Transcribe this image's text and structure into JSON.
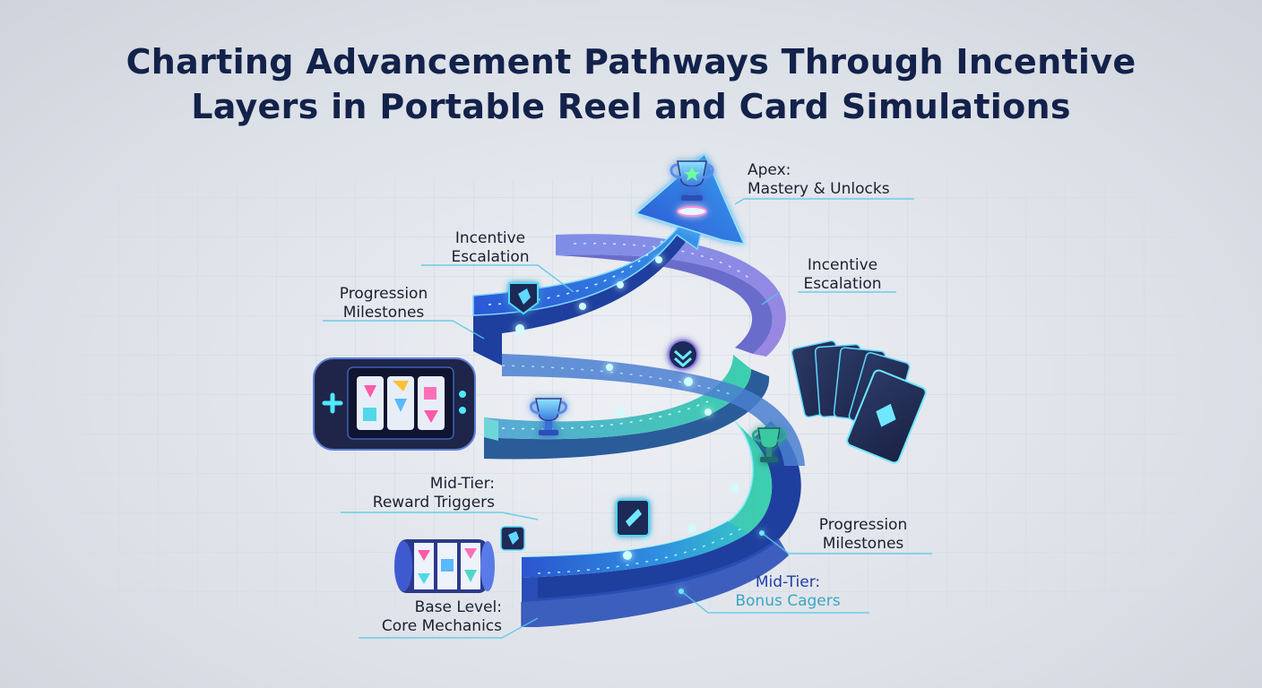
{
  "title": {
    "line1": "Charting Advancement Pathways Through Incentive",
    "line2": "Layers in Portable Reel and Card Simulations"
  },
  "labels": {
    "apex": {
      "line1": "Apex:",
      "line2": "Mastery & Unlocks"
    },
    "incentive_left": {
      "line1": "Incentive",
      "line2": "Escalation"
    },
    "incentive_right": {
      "line1": "Incentive",
      "line2": "Escalation"
    },
    "progression_left": {
      "line1": "Progression",
      "line2": "Milestones"
    },
    "progression_right": {
      "line1": "Progression",
      "line2": "Milestones"
    },
    "midtier_left": {
      "line1": "Mid-Tier:",
      "line2": "Reward Triggers"
    },
    "midtier_right": {
      "line1": "Mid-Tier:",
      "line2": "Bonus Cagers"
    },
    "base": {
      "line1": "Base Level:",
      "line2": "Core Mechanics"
    }
  },
  "colors": {
    "title": "#13224a",
    "path_base": "#2f6fe0",
    "path_mid": "#3bc9b4",
    "path_upper": "#8a86e0",
    "glow": "#5fe8ff",
    "device": "#22284a"
  },
  "icons": [
    "trophy-icon",
    "slot-reel-icon",
    "playing-card-icon",
    "shield-badge-icon",
    "handheld-console-icon",
    "chevron-badge-icon"
  ]
}
